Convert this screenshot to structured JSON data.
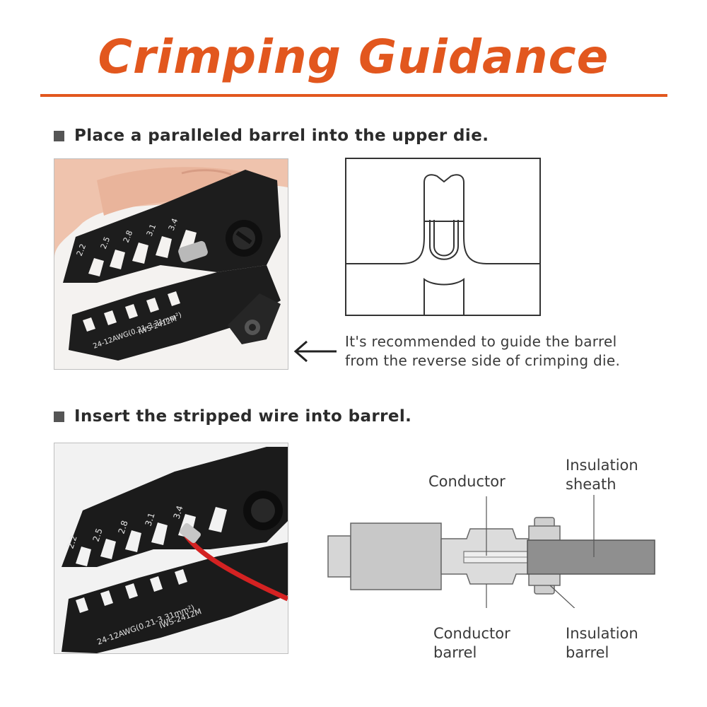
{
  "title": "Crimping Guidance",
  "colors": {
    "accent": "#e2571e",
    "tool": "#1d1d1d",
    "wire": "#d42222"
  },
  "step1": {
    "text": "Place a paralleled barrel into the upper die.",
    "note_line1": "It's recommended to guide the barrel",
    "note_line2": "from the reverse side of crimping die."
  },
  "step2": {
    "text": "Insert the stripped wire into barrel."
  },
  "tool": {
    "sizes": [
      "2.2",
      "2.5",
      "2.8",
      "3.1",
      "3.4"
    ],
    "range": "24-12AWG(0.21-3.31mm²)",
    "model": "IWS-2412M"
  },
  "labels": {
    "conductor": "Conductor",
    "insulation_sheath_1": "Insulation",
    "insulation_sheath_2": "sheath",
    "conductor_barrel_1": "Conductor",
    "conductor_barrel_2": "barrel",
    "insulation_barrel_1": "Insulation",
    "insulation_barrel_2": "barrel"
  },
  "icons": [
    "square-bullet-icon",
    "arrow-left-icon"
  ]
}
